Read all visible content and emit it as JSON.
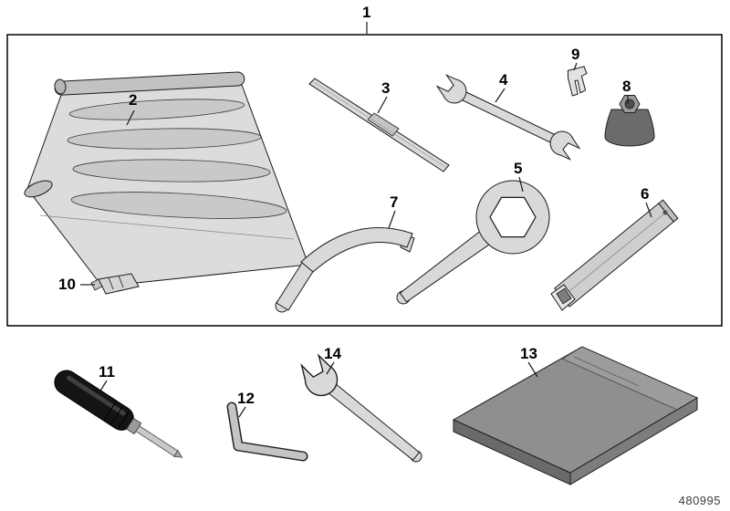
{
  "figure": {
    "part_number": "480995",
    "palette": {
      "outline": "#1a1a1a",
      "metal_light": "#d9d9d9",
      "metal_mid": "#bfbfbf",
      "dark_gray": "#6e6e6e",
      "handle_black": "#141414",
      "case_gray": "#8f8f8f"
    },
    "callouts": [
      {
        "label": "1",
        "item": "tool-kit-boundary"
      },
      {
        "label": "2",
        "item": "tool-roll"
      },
      {
        "label": "3",
        "item": "reversible-blade"
      },
      {
        "label": "4",
        "item": "double-open-end-wrench"
      },
      {
        "label": "5",
        "item": "hex-box-wrench"
      },
      {
        "label": "6",
        "item": "tube-wrench"
      },
      {
        "label": "7",
        "item": "hook-wrench"
      },
      {
        "label": "8",
        "item": "cap-socket"
      },
      {
        "label": "9",
        "item": "fuse-puller"
      },
      {
        "label": "10",
        "item": "clip"
      },
      {
        "label": "11",
        "item": "screwdriver"
      },
      {
        "label": "12",
        "item": "hex-key"
      },
      {
        "label": "13",
        "item": "tool-pouch"
      },
      {
        "label": "14",
        "item": "open-end-wrench"
      }
    ]
  }
}
